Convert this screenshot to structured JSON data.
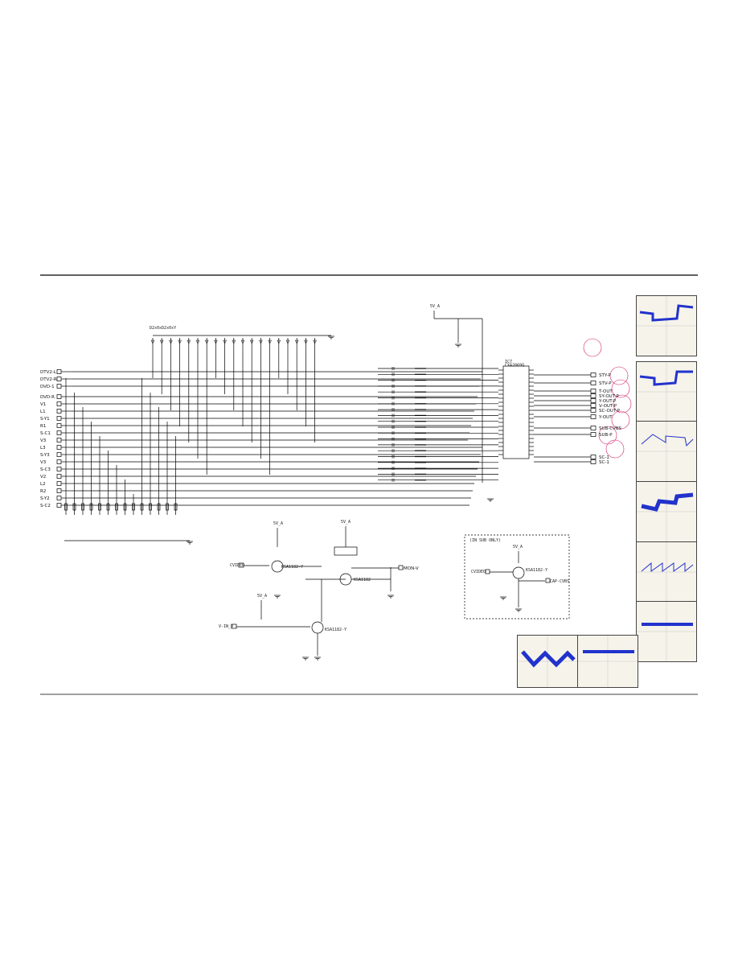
{
  "title": "",
  "input_connectors": [
    "DTV2-L",
    "DTV2-R",
    "DVD-1",
    "DVD-R",
    "V1",
    "L1",
    "S-Y1",
    "R1",
    "S-C1",
    "V3",
    "L3",
    "S-Y3",
    "V3",
    "S-C3",
    "V2",
    "L2",
    "R2",
    "S-Y2",
    "S-C2"
  ],
  "diode_array_label": "D2x0xD2x0xY",
  "power_labels": {
    "p1": "5V_A",
    "p2": "5V_A",
    "p3": "5V_A",
    "p4": "5V_A",
    "p5": "5V_A"
  },
  "mux_chip": {
    "ref": "IC7",
    "part": "CXA2069Q"
  },
  "mux_outputs": [
    "STY-P",
    "STV-P",
    "T-OUT",
    "SY-OUT-P",
    "Y-OUT-P",
    "V-OUT-P",
    "SC-OUT-P",
    "Y-OUT",
    "SUB-CVBS",
    "SUB-P",
    "SC-1",
    "SC-1"
  ],
  "monitor_out": "MON-V",
  "inset": {
    "title": "(IN SUB ONLY)",
    "out_label": "CAP-CVBS",
    "in_label": "CVIDEO",
    "transistor": "KSA1182-Y"
  },
  "transistors": [
    "KSA1182",
    "KSA1182-Y",
    "KSA1182-Y"
  ],
  "left_inputs": {
    "cvideo": "CVIDEO",
    "vin": "V-IN_D"
  }
}
